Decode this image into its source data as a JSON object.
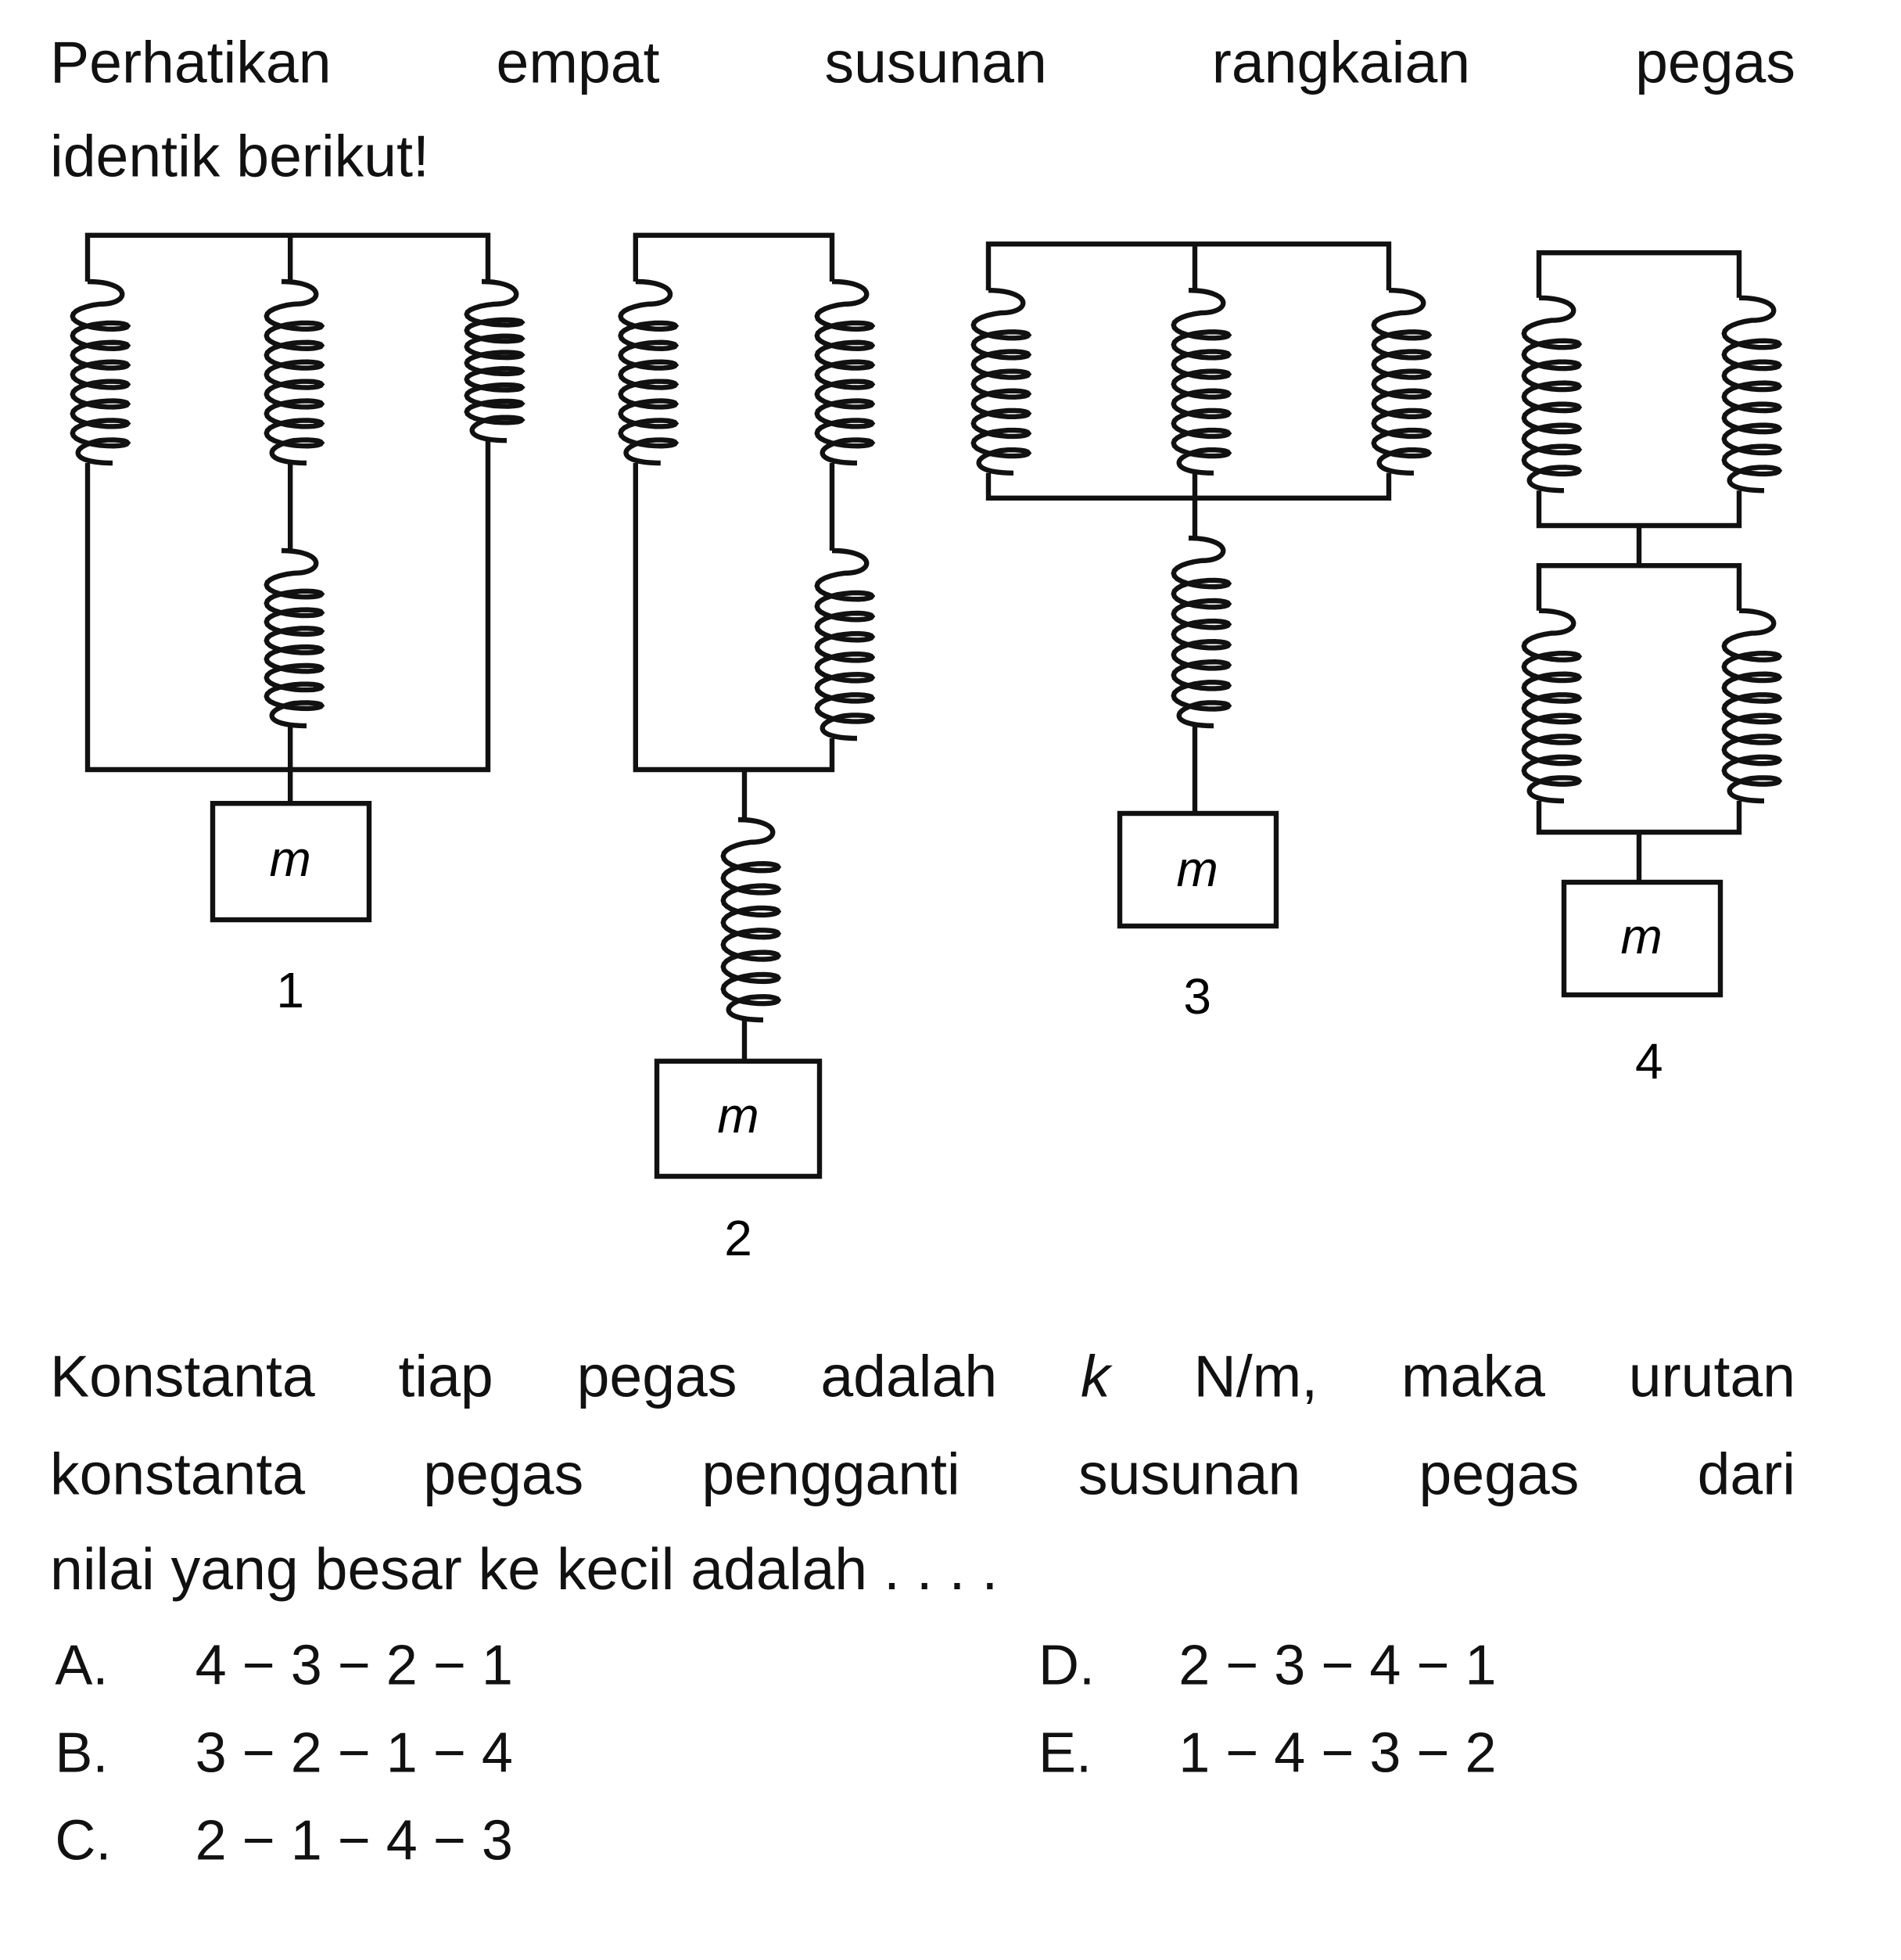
{
  "intro": {
    "line1": "Perhatikan empat susunan rangkaian pegas",
    "line2": "identik berikut!"
  },
  "diagram": {
    "mass_label": "m",
    "labels": [
      "1",
      "2",
      "3",
      "4"
    ]
  },
  "question": {
    "line1_pre": "Konstanta tiap pegas adalah",
    "k": "k",
    "line1_post": "N/m, maka urutan",
    "line2": "konstanta pegas pengganti susunan pegas dari",
    "line3": "nilai yang besar ke kecil adalah . . . ."
  },
  "options": [
    {
      "key": "A.",
      "value": "4 − 3 − 2 − 1"
    },
    {
      "key": "B.",
      "value": "3 − 2 − 1 − 4"
    },
    {
      "key": "C.",
      "value": "2 − 1 − 4 − 3"
    },
    {
      "key": "D.",
      "value": "2 − 3 − 4 − 1"
    },
    {
      "key": "E.",
      "value": "1 − 4 − 3 − 2"
    }
  ]
}
